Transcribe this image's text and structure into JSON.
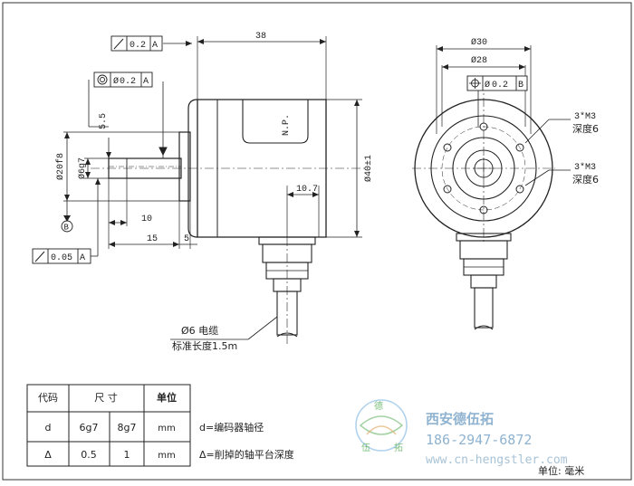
{
  "dims": {
    "len38": "38",
    "dia30": "Ø30",
    "dia28": "Ø28",
    "dia20f8": "Ø20f8",
    "dia6g7": "Ø6g7",
    "dia40": "Ø40±1",
    "v55": "5.5",
    "v107": "10.7",
    "v10": "10",
    "v15": "15",
    "v5": "5",
    "np": "N.P."
  },
  "tolerances": {
    "runout_02": {
      "value": "0.2",
      "ref": "A"
    },
    "concentric_02": {
      "value": "0.2",
      "ref": "A"
    },
    "runout_005": {
      "value": "0.05",
      "ref": "A"
    },
    "position_02": {
      "value": "0.2",
      "ref": "B"
    },
    "datum_b": "B"
  },
  "holes": {
    "top_qty": "3*M3",
    "top_depth": "深度6",
    "bot_qty": "3*M3",
    "bot_depth": "深度6"
  },
  "cable": {
    "line1": "Ø6 电缆",
    "line2": "标准长度1.5m"
  },
  "table": {
    "headers": [
      "代码",
      "尺 寸",
      "单位"
    ],
    "rows": [
      [
        "d",
        "6g7",
        "8g7",
        "mm"
      ],
      [
        "Δ",
        "0.5",
        "1",
        "mm"
      ]
    ]
  },
  "notes": {
    "d": "d=编码器轴径",
    "delta": "Δ=削掉的轴平台深度"
  },
  "brand": {
    "name": "西安德伍拓",
    "phone": "186-2947-6872",
    "web": "www.cn-hengstler.com"
  },
  "unit_label": "单位: 毫米"
}
